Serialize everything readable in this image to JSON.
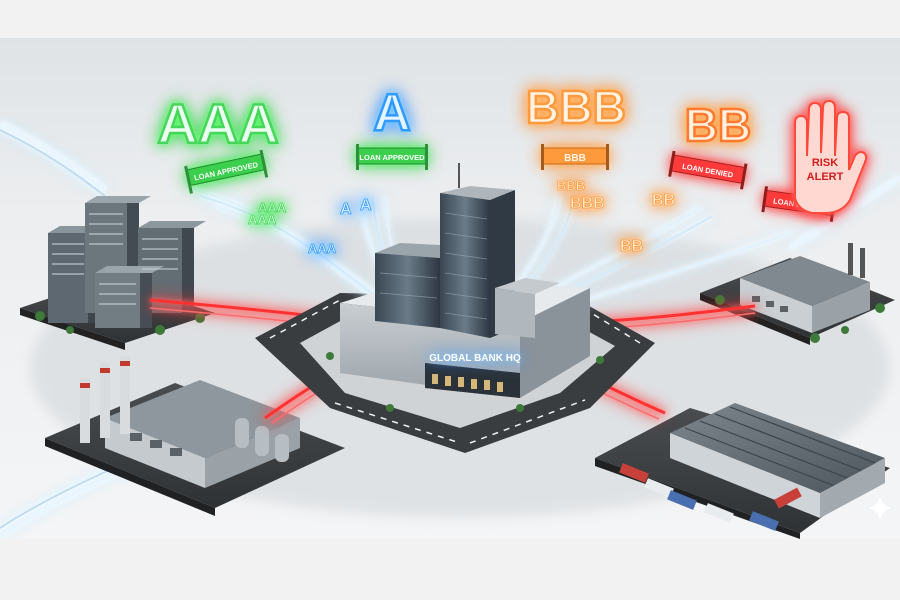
{
  "ratings": {
    "aaa": "AAA",
    "a": "A",
    "bbb": "BBB",
    "bb": "BB",
    "aaa_small_1": "AAA",
    "aaa_small_2": "AAA",
    "aaa_small_3": "AAA",
    "a_small_1": "A",
    "a_small_2": "A",
    "bbb_small": "BBB",
    "bbb_small_2": "BBB",
    "bb_small_1": "BB",
    "bb_small_2": "BB"
  },
  "banners": {
    "loan_approved_1": "LOAN APPROVED",
    "loan_approved_2": "LOAN APPROVED",
    "bbb_banner": "BBB",
    "loan_denied_1": "LOAN DENIED",
    "loan_denied_2": "LOAN DENIED"
  },
  "risk_alert": {
    "line1": "RISK",
    "line2": "ALERT"
  },
  "hq_sign": "GLOBAL BANK HQ",
  "colors": {
    "approved": "#3ccf4e",
    "a_rating": "#2f9bff",
    "bbb": "#ff9a3c",
    "denied": "#ff3a3a",
    "risk_link": "#ff2a2a",
    "data_stream": "#cfe9ff"
  },
  "icons": {
    "corner": "sparkle-icon",
    "alert": "hand-stop-icon"
  }
}
